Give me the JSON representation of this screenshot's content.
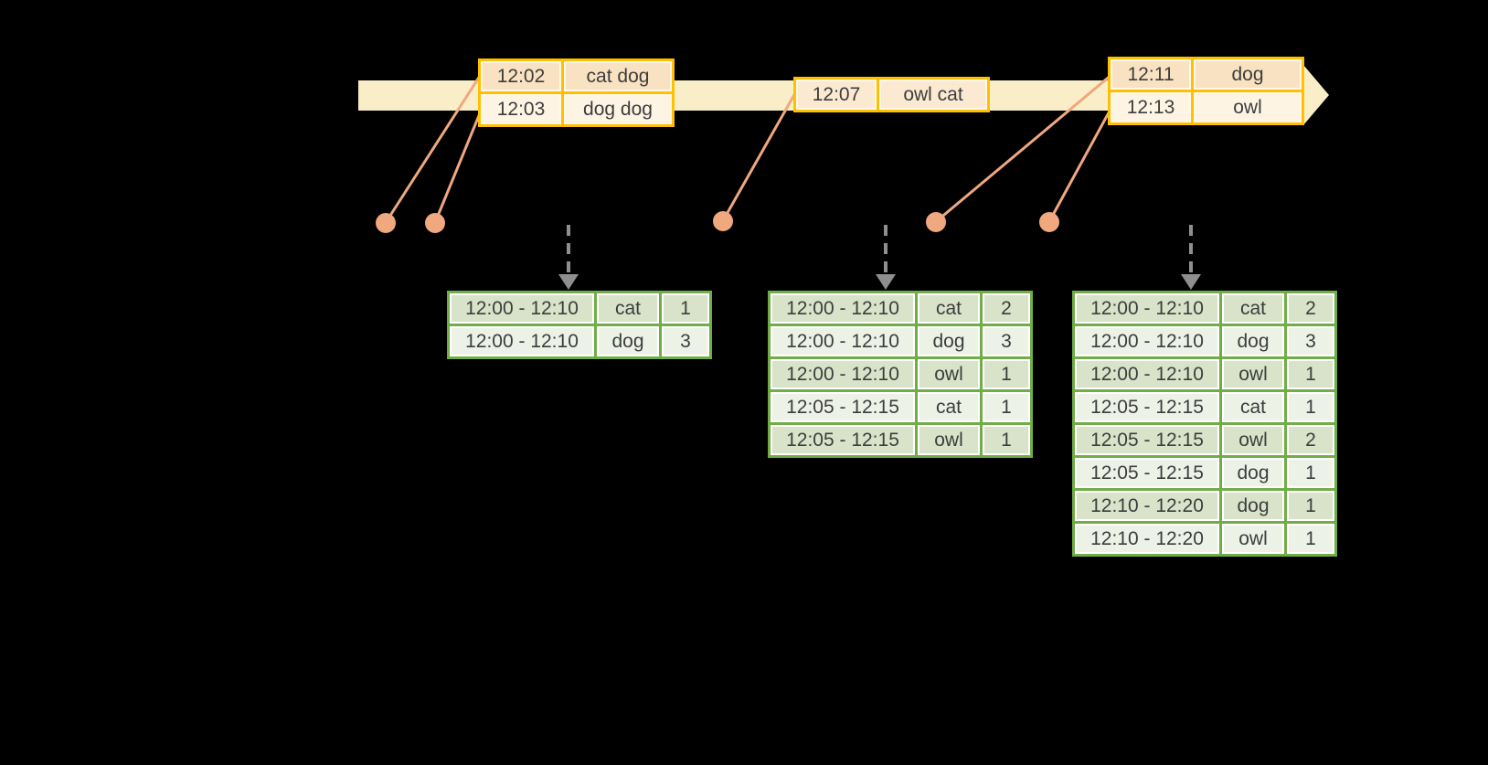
{
  "events": [
    {
      "rows": [
        {
          "time": "12:02",
          "words": "cat dog"
        },
        {
          "time": "12:03",
          "words": "dog dog"
        }
      ]
    },
    {
      "rows": [
        {
          "time": "12:07",
          "words": "owl cat"
        }
      ]
    },
    {
      "rows": [
        {
          "time": "12:11",
          "words": "dog"
        },
        {
          "time": "12:13",
          "words": "owl"
        }
      ]
    }
  ],
  "results": [
    {
      "rows": [
        [
          "12:00 - 12:10",
          "cat",
          "1"
        ],
        [
          "12:00 - 12:10",
          "dog",
          "3"
        ]
      ]
    },
    {
      "rows": [
        [
          "12:00 - 12:10",
          "cat",
          "2"
        ],
        [
          "12:00 - 12:10",
          "dog",
          "3"
        ],
        [
          "12:00 - 12:10",
          "owl",
          "1"
        ],
        [
          "12:05 - 12:15",
          "cat",
          "1"
        ],
        [
          "12:05 - 12:15",
          "owl",
          "1"
        ]
      ]
    },
    {
      "rows": [
        [
          "12:00 - 12:10",
          "cat",
          "2"
        ],
        [
          "12:00 - 12:10",
          "dog",
          "3"
        ],
        [
          "12:00 - 12:10",
          "owl",
          "1"
        ],
        [
          "12:05 - 12:15",
          "cat",
          "1"
        ],
        [
          "12:05 - 12:15",
          "owl",
          "2"
        ],
        [
          "12:05 - 12:15",
          "dog",
          "1"
        ],
        [
          "12:10 - 12:20",
          "dog",
          "1"
        ],
        [
          "12:10 - 12:20",
          "owl",
          "1"
        ]
      ]
    }
  ],
  "colors": {
    "background": "#000000",
    "timeline_band": "#FAEEC8",
    "event_border": "#FFC000",
    "event_row_dark": "#F9E2C1",
    "event_row_light": "#FDF4E4",
    "event_row_single": "#FBE9D1",
    "connector": "#F0A87E",
    "trigger_arrow": "#8F8F8F",
    "result_border": "#70AD47",
    "result_row_dark": "#D8E3C9",
    "result_row_light": "#EDF2E7",
    "text": "#3D3D3D"
  }
}
